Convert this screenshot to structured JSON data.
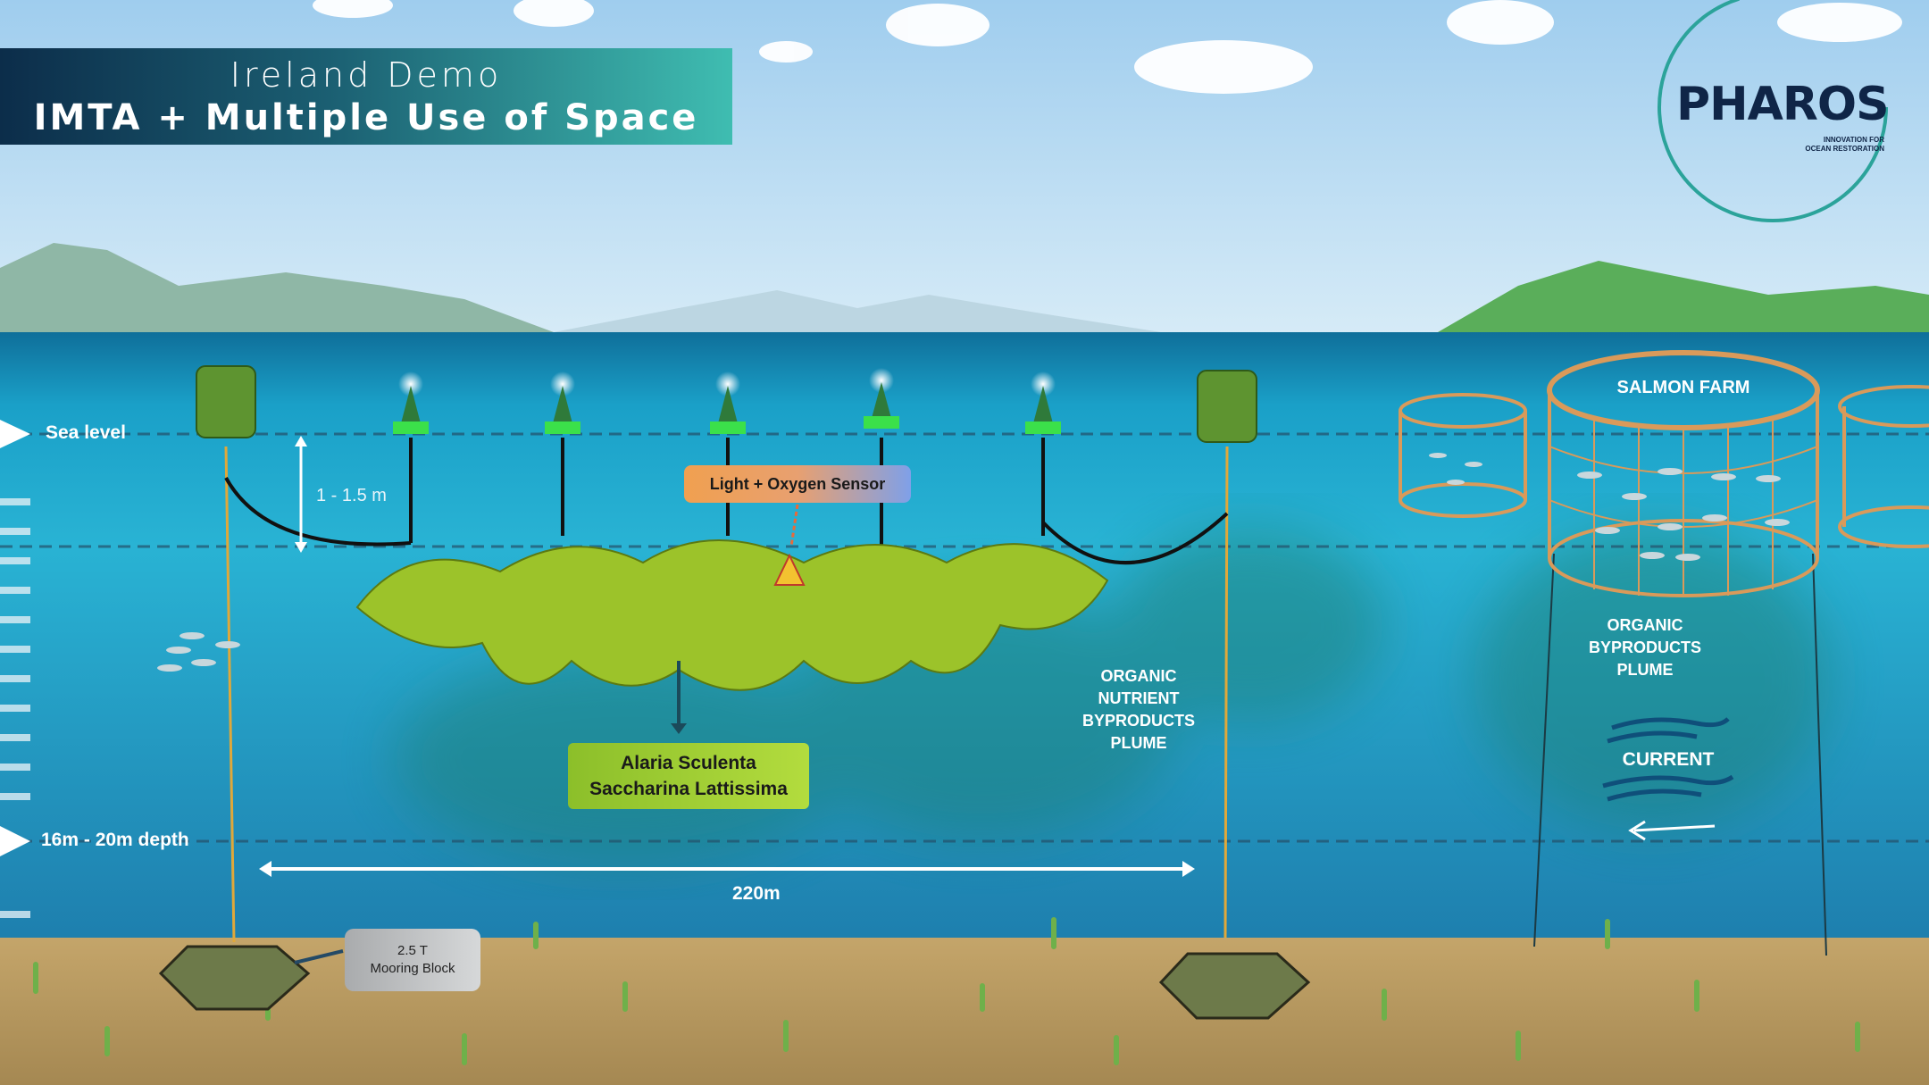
{
  "header": {
    "line1": "Ireland Demo",
    "line2": "IMTA + Multiple Use of Space"
  },
  "logo": {
    "name": "PHAROS",
    "tagline_1": "INNOVATION FOR",
    "tagline_2": "OCEAN RESTORATION"
  },
  "depth_labels": {
    "sea_level": "Sea level",
    "depth": "16m - 20m depth",
    "buoy_depth": "1 - 1.5 m",
    "length": "220m"
  },
  "sensor_label": "Light + Oxygen Sensor",
  "species": {
    "line1": "Alaria Sculenta",
    "line2": "Saccharina Lattissima"
  },
  "plume_seaweed": [
    "ORGANIC",
    "NUTRIENT",
    "BYPRODUCTS",
    "PLUME"
  ],
  "salmon_farm": {
    "label": "SALMON FARM",
    "plume": [
      "ORGANIC",
      "BYPRODUCTS",
      "PLUME"
    ],
    "current": "CURRENT"
  },
  "mooring": {
    "line1": "2.5 T",
    "line2": "Mooring Block"
  },
  "colors": {
    "sky": "#a9d3ee",
    "sea": "#1f9fc9",
    "seabed": "#b79a63",
    "seaweed": "#9cc32a",
    "buoy": "#4f8a2a",
    "cage": "#d99a5a",
    "banner_start": "#0c2d4a",
    "banner_end": "#3fbdb1"
  }
}
